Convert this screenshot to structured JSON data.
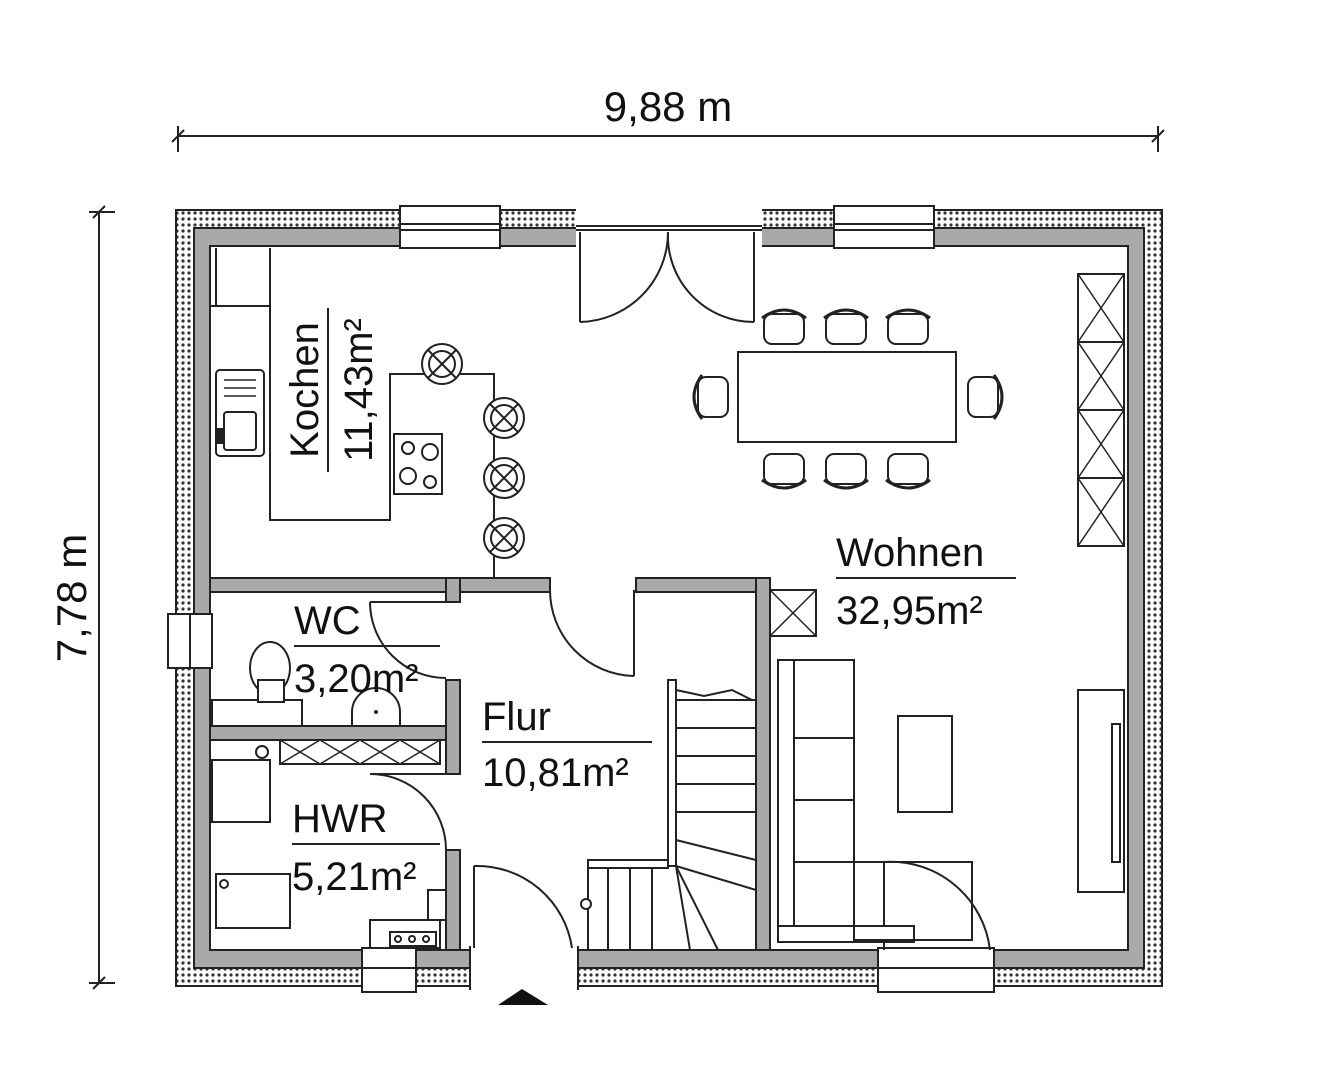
{
  "dimensions": {
    "width": "9,88 m",
    "height": "7,78 m"
  },
  "rooms": {
    "kochen": {
      "name": "Kochen",
      "area": "11,43m²"
    },
    "wohnen": {
      "name": "Wohnen",
      "area": "32,95m²"
    },
    "wc": {
      "name": "WC",
      "area": "3,20m²"
    },
    "flur": {
      "name": "Flur",
      "area": "10,81m²"
    },
    "hwr": {
      "name": "HWR",
      "area": "5,21m²"
    }
  }
}
